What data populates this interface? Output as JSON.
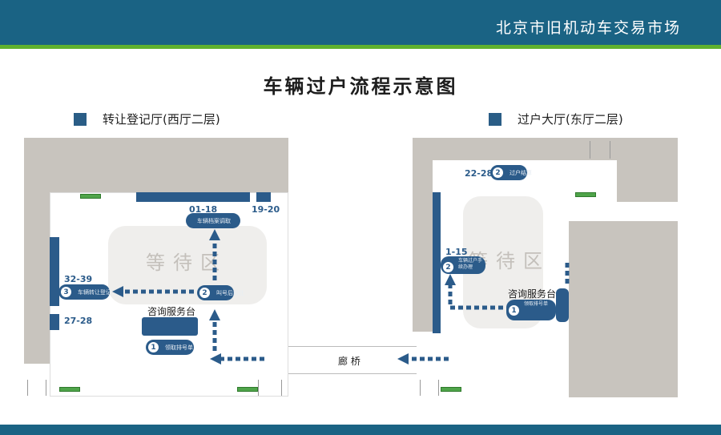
{
  "header": {
    "title": "北京市旧机动车交易市场"
  },
  "main_title": "车辆过户流程示意图",
  "legend": {
    "west": "转让登记厅(西厅二层)",
    "east": "过户大厅(东厅二层)"
  },
  "west": {
    "waiting_area": "等待区",
    "service_desk": "咨询服务台",
    "labels": {
      "top_left": "01-18",
      "top_right": "19-20",
      "left_upper": "32-39",
      "left_lower": "27-28"
    },
    "steps": [
      {
        "num": "1",
        "text": "领取排号单"
      },
      {
        "num": "2",
        "text": "叫号后前往"
      },
      {
        "num": "3",
        "text": "车辆转让登记"
      },
      {
        "num": "",
        "text": "车辆档案调取"
      }
    ]
  },
  "corridor": {
    "label": "廊 桥"
  },
  "east": {
    "waiting_area": "等待区",
    "service_desk": "咨询服务台",
    "labels": {
      "top": "22-28",
      "left": "1-15"
    },
    "steps": [
      {
        "num": "1",
        "text": "领取排号单"
      },
      {
        "num": "2",
        "text": "车辆过户手续办理"
      },
      {
        "num": "2",
        "text": "过户结算"
      }
    ]
  },
  "colors": {
    "primary": "#2b5b8a",
    "header": "#1a6384",
    "accent": "#5fb12f",
    "wall": "#c8c4be"
  }
}
